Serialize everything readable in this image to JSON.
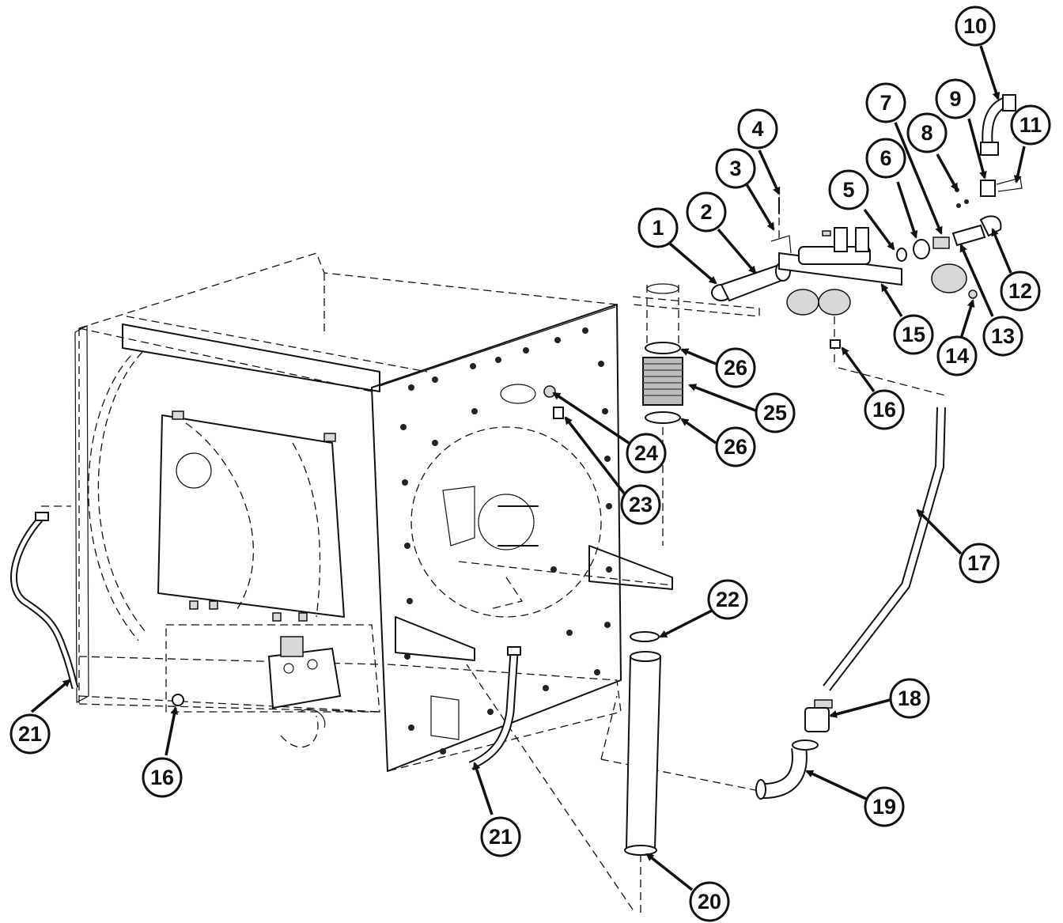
{
  "callouts": [
    {
      "id": "c1",
      "label": "1"
    },
    {
      "id": "c2",
      "label": "2"
    },
    {
      "id": "c3",
      "label": "3"
    },
    {
      "id": "c4",
      "label": "4"
    },
    {
      "id": "c5",
      "label": "5"
    },
    {
      "id": "c6",
      "label": "6"
    },
    {
      "id": "c7",
      "label": "7"
    },
    {
      "id": "c8",
      "label": "8"
    },
    {
      "id": "c9",
      "label": "9"
    },
    {
      "id": "c10",
      "label": "10"
    },
    {
      "id": "c11",
      "label": "11"
    },
    {
      "id": "c12",
      "label": "12"
    },
    {
      "id": "c13",
      "label": "13"
    },
    {
      "id": "c14",
      "label": "14"
    },
    {
      "id": "c15",
      "label": "15"
    },
    {
      "id": "c16a",
      "label": "16"
    },
    {
      "id": "c16b",
      "label": "16"
    },
    {
      "id": "c17",
      "label": "17"
    },
    {
      "id": "c18",
      "label": "18"
    },
    {
      "id": "c19",
      "label": "19"
    },
    {
      "id": "c20",
      "label": "20"
    },
    {
      "id": "c21a",
      "label": "21"
    },
    {
      "id": "c21b",
      "label": "21"
    },
    {
      "id": "c22",
      "label": "22"
    },
    {
      "id": "c23",
      "label": "23"
    },
    {
      "id": "c24",
      "label": "24"
    },
    {
      "id": "c25",
      "label": "25"
    },
    {
      "id": "c26a",
      "label": "26"
    },
    {
      "id": "c26b",
      "label": "26"
    }
  ]
}
